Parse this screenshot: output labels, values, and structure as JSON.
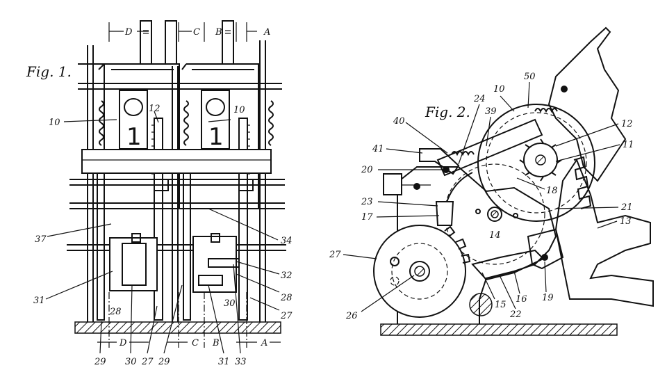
{
  "fig1": {
    "title": "Fig. 1.",
    "section_top": [
      "D",
      "C",
      "B",
      "A"
    ],
    "section_bottom": [
      "D",
      "C",
      "B",
      "A"
    ],
    "wheel_digits": [
      "1",
      "1"
    ],
    "refs": {
      "r10a": "10",
      "r10b": "10",
      "r12": "12",
      "r37": "37",
      "r34": "34",
      "r32": "32",
      "r31a": "31",
      "r28a": "28",
      "r28b": "28",
      "r27a": "27",
      "r30a": "30",
      "r29a": "29",
      "r30b": "30",
      "r27b": "27",
      "r29b": "29",
      "r31b": "31",
      "r33": "33"
    }
  },
  "fig2": {
    "title": "Fig. 2.",
    "refs": {
      "r10": "10",
      "r50": "50",
      "r24": "24",
      "r39": "39",
      "r40": "40",
      "r41": "41",
      "r12": "12",
      "r11": "11",
      "r20": "20",
      "r23": "23",
      "r18": "18",
      "r17": "17",
      "r14": "14",
      "r21": "21",
      "r13": "13",
      "r27": "27",
      "r16": "16",
      "r19": "19",
      "r15": "15",
      "r22": "22",
      "r26": "26"
    }
  }
}
